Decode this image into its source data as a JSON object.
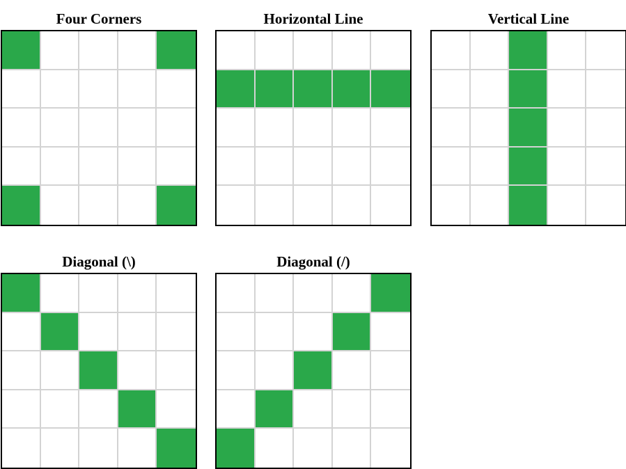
{
  "fill_color": "#2aa84a",
  "panels": [
    {
      "id": "four-corners",
      "title": "Four Corners",
      "filled": [
        [
          0,
          0
        ],
        [
          0,
          4
        ],
        [
          4,
          0
        ],
        [
          4,
          4
        ]
      ]
    },
    {
      "id": "horizontal-line",
      "title": "Horizontal Line",
      "filled": [
        [
          1,
          0
        ],
        [
          1,
          1
        ],
        [
          1,
          2
        ],
        [
          1,
          3
        ],
        [
          1,
          4
        ]
      ]
    },
    {
      "id": "vertical-line",
      "title": "Vertical Line",
      "filled": [
        [
          0,
          2
        ],
        [
          1,
          2
        ],
        [
          2,
          2
        ],
        [
          3,
          2
        ],
        [
          4,
          2
        ]
      ]
    },
    {
      "id": "diagonal-backslash",
      "title": "Diagonal (\\)",
      "filled": [
        [
          0,
          0
        ],
        [
          1,
          1
        ],
        [
          2,
          2
        ],
        [
          3,
          3
        ],
        [
          4,
          4
        ]
      ]
    },
    {
      "id": "diagonal-slash",
      "title": "Diagonal (/)",
      "filled": [
        [
          0,
          4
        ],
        [
          1,
          3
        ],
        [
          2,
          2
        ],
        [
          3,
          1
        ],
        [
          4,
          0
        ]
      ]
    }
  ]
}
